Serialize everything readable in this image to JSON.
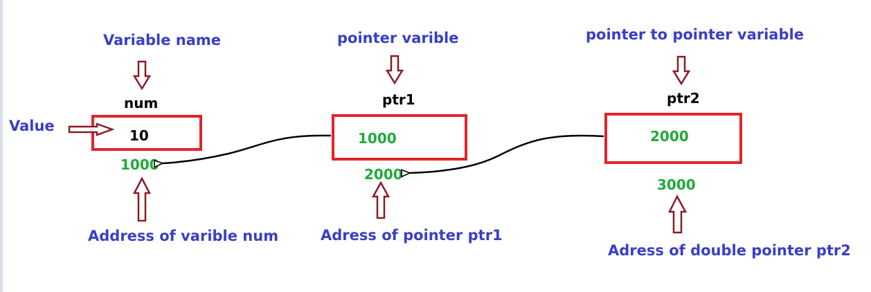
{
  "labels": {
    "variable_name": "Variable name",
    "pointer_variable": "pointer varible",
    "pointer_to_pointer": "pointer to pointer variable",
    "value": "Value",
    "address_num": "Address of varible num",
    "address_ptr1": "Adress of pointer ptr1",
    "address_ptr2": "Adress of double pointer ptr2"
  },
  "variables": {
    "num": {
      "name": "num",
      "value": "10",
      "address": "1000"
    },
    "ptr1": {
      "name": "ptr1",
      "value": "1000",
      "address": "2000"
    },
    "ptr2": {
      "name": "ptr2",
      "value": "2000",
      "address": "3000"
    }
  },
  "colors": {
    "label_blue": "#3a3fc4",
    "value_green": "#1faa3a",
    "box_red": "#e2232a",
    "arrow_maroon": "#8b1a24"
  }
}
